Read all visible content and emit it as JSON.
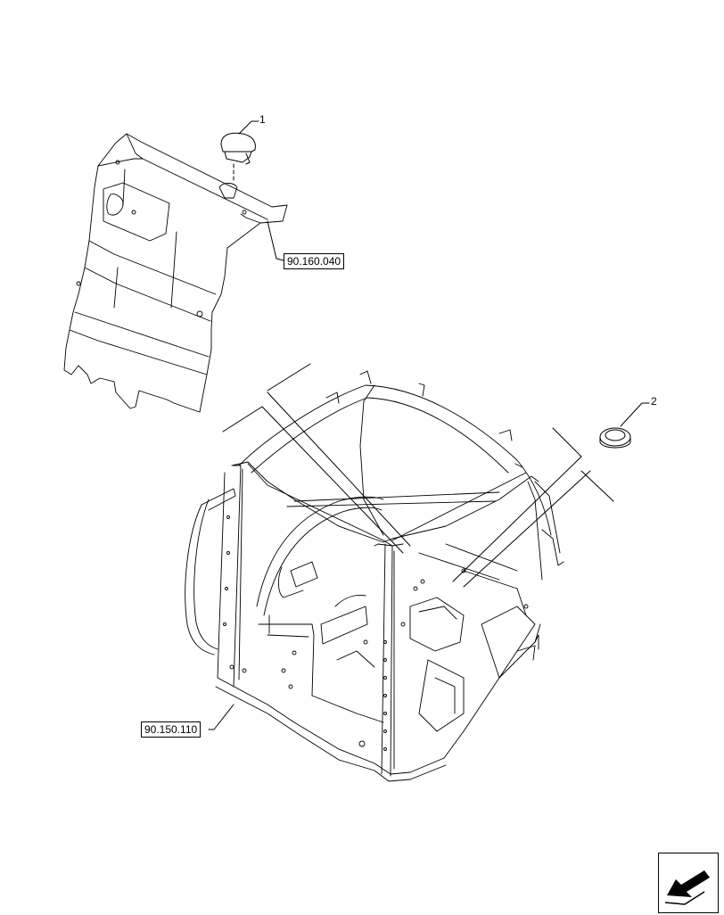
{
  "callouts": {
    "item1": "1",
    "item2": "2"
  },
  "references": {
    "upper": "90.160.040",
    "lower": "90.150.110"
  },
  "navigation": {
    "icon": "arrow-icon"
  }
}
